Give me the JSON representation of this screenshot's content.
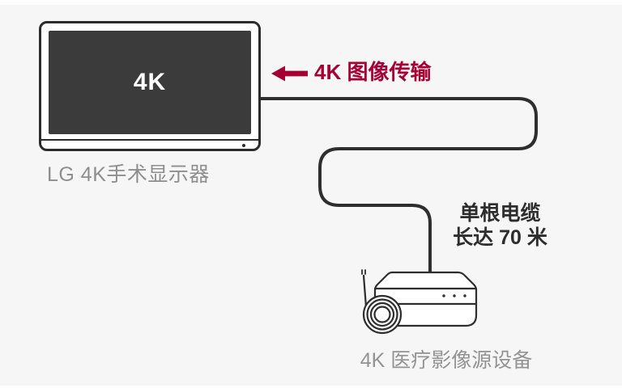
{
  "monitor": {
    "screen_text": "4K",
    "caption": "LG 4K手术显示器"
  },
  "transmission": {
    "label": "4K 图像传输",
    "arrow_direction": "left"
  },
  "cable": {
    "label_line1": "单根电缆",
    "label_line2": "长达 70 米"
  },
  "device": {
    "caption": "4K 医疗影像源设备"
  },
  "colors": {
    "background": "#f6f6f6",
    "outline_dark": "#2e2e2e",
    "screen_dark": "#3b3b3b",
    "accent_red": "#a50034",
    "caption_gray": "#8e8e8e",
    "label_dark": "#2d2d2d"
  }
}
